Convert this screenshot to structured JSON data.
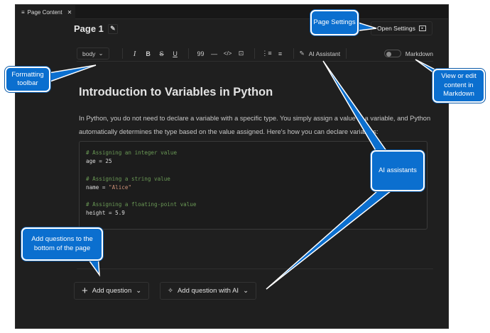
{
  "tab": {
    "icon": "document-icon",
    "label": "Page Content",
    "close": "✕"
  },
  "page": {
    "title": "Page 1",
    "edit_icon": "pencil-icon",
    "open_settings": "Open Settings"
  },
  "toolbar": {
    "style_select": "body",
    "italic": "I",
    "bold": "B",
    "strike": "S",
    "underline": "U",
    "quote": "99",
    "hr": "—",
    "code": "</>",
    "image": "⊡",
    "ordered_list": "⋮≡",
    "bullet_list": "≡",
    "ai_assistant": "AI Assistant",
    "markdown": "Markdown"
  },
  "content": {
    "heading": "Introduction to Variables in Python",
    "paragraph": "In Python, you do not need to declare a variable with a specific type. You simply assign a value to a variable, and Python automatically determines the type based on the value assigned. Here's how you can declare variables:",
    "code": [
      {
        "comment": "# Assigning an integer value",
        "code": "age = 25",
        "str": ""
      },
      {
        "comment": "# Assigning a string value",
        "code": "name = ",
        "str": "\"Alice\""
      },
      {
        "comment": "# Assigning a floating-point value",
        "code": "height = 5.9",
        "str": ""
      }
    ]
  },
  "actions": {
    "add_question": "Add question",
    "add_question_ai": "Add question with AI"
  },
  "callouts": {
    "page_settings": "Page Settings",
    "formatting": "Formatting toolbar",
    "markdown": "View or edit content in Markdown",
    "ai": "AI assistants",
    "add_questions": "Add questions to the bottom of the page"
  },
  "colors": {
    "callout": "#0b6fcf",
    "background": "#1f1f1f"
  }
}
